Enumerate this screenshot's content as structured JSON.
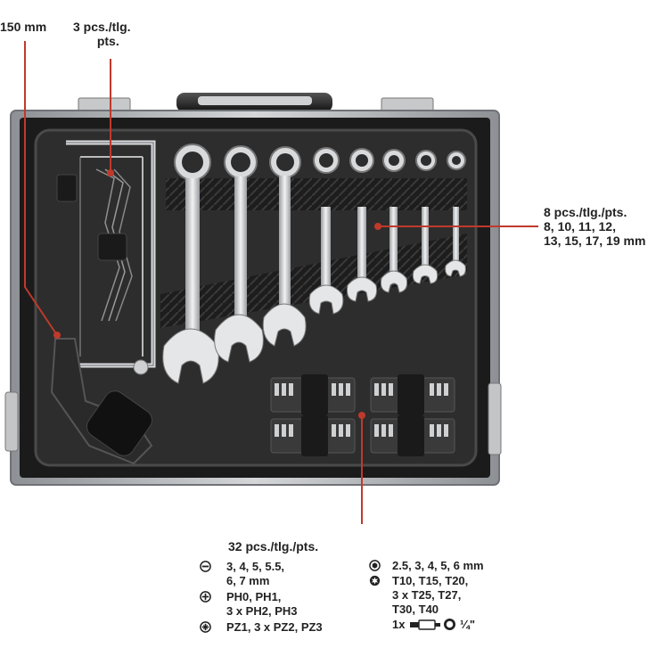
{
  "callouts": {
    "hacksaw_size": "150 mm",
    "hacksaw_blades": {
      "line1": "3 pcs./tlg.",
      "line2": "pts."
    },
    "wrenches": {
      "line1": "8 pcs./tlg./pts.",
      "line2": "8, 10, 11, 12,",
      "line3": "13, 15, 17, 19 mm"
    },
    "bits": {
      "title": "32 pcs./tlg./pts.",
      "slotted": {
        "line1": "3, 4, 5, 5.5,",
        "line2": "6, 7 mm"
      },
      "phillips": {
        "line1": "PH0, PH1,",
        "line2": "3 x PH2, PH3"
      },
      "pozidriv": {
        "line1": "PZ1, 3 x PZ2, PZ3"
      },
      "hex": {
        "line1": "2.5, 3, 4, 5, 6 mm"
      },
      "torx": {
        "line1": "T10, T15, T20,",
        "line2": "3 x T25, T27,",
        "line3": "T30, T40"
      },
      "holder": {
        "prefix": "1x",
        "size": "¼\""
      }
    }
  },
  "icons": {
    "slotted": "slotted-screw-icon",
    "phillips": "phillips-screw-icon",
    "pozidriv": "pozidriv-screw-icon",
    "hex": "hex-socket-icon",
    "torx": "torx-star-icon",
    "bit_holder": "bit-holder-icon",
    "magnet": "magnet-ring-icon"
  },
  "colors": {
    "leader_line": "#c0392b",
    "case_frame": "#b9bcbf",
    "case_interior": "#2b2b2b",
    "label_text": "#222222"
  }
}
